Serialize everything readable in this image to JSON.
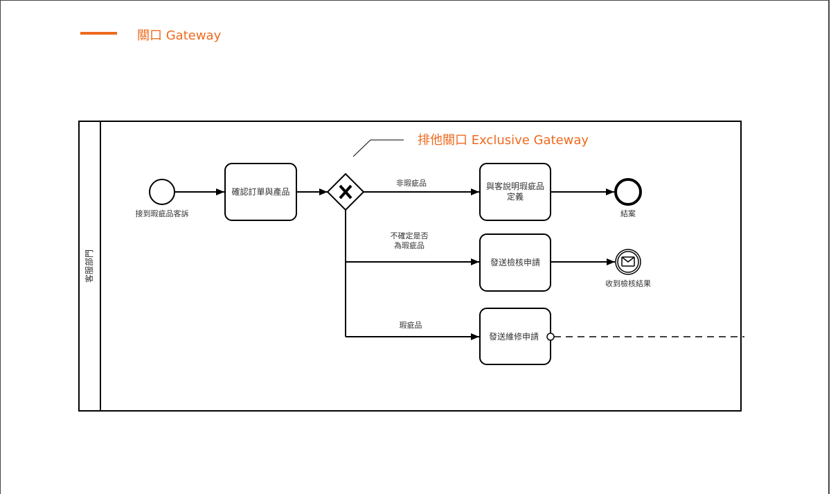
{
  "header": {
    "title": "關口 Gateway",
    "accent_color": "#ee6a1f"
  },
  "diagram": {
    "annotation": "排他關口 Exclusive Gateway",
    "lane": {
      "label": "客服部門"
    },
    "start_event": {
      "label": "接到瑕疵品客訴"
    },
    "task_confirm": {
      "label": "確認訂單與產品"
    },
    "gateway": {
      "type": "exclusive",
      "symbol": "X"
    },
    "flows": {
      "not_defective": "非瑕疵品",
      "uncertain_line1": "不確定是否",
      "uncertain_line2": "為瑕疵品",
      "defective": "瑕疵品"
    },
    "task_explain": {
      "line1": "與客說明瑕疵品",
      "line2": "定義"
    },
    "task_inspection": {
      "label": "發送檢核申請"
    },
    "task_repair": {
      "label": "發送維修申請"
    },
    "end_event": {
      "label": "結案"
    },
    "message_event": {
      "label": "收到檢核結果",
      "icon": "envelope-icon"
    }
  }
}
